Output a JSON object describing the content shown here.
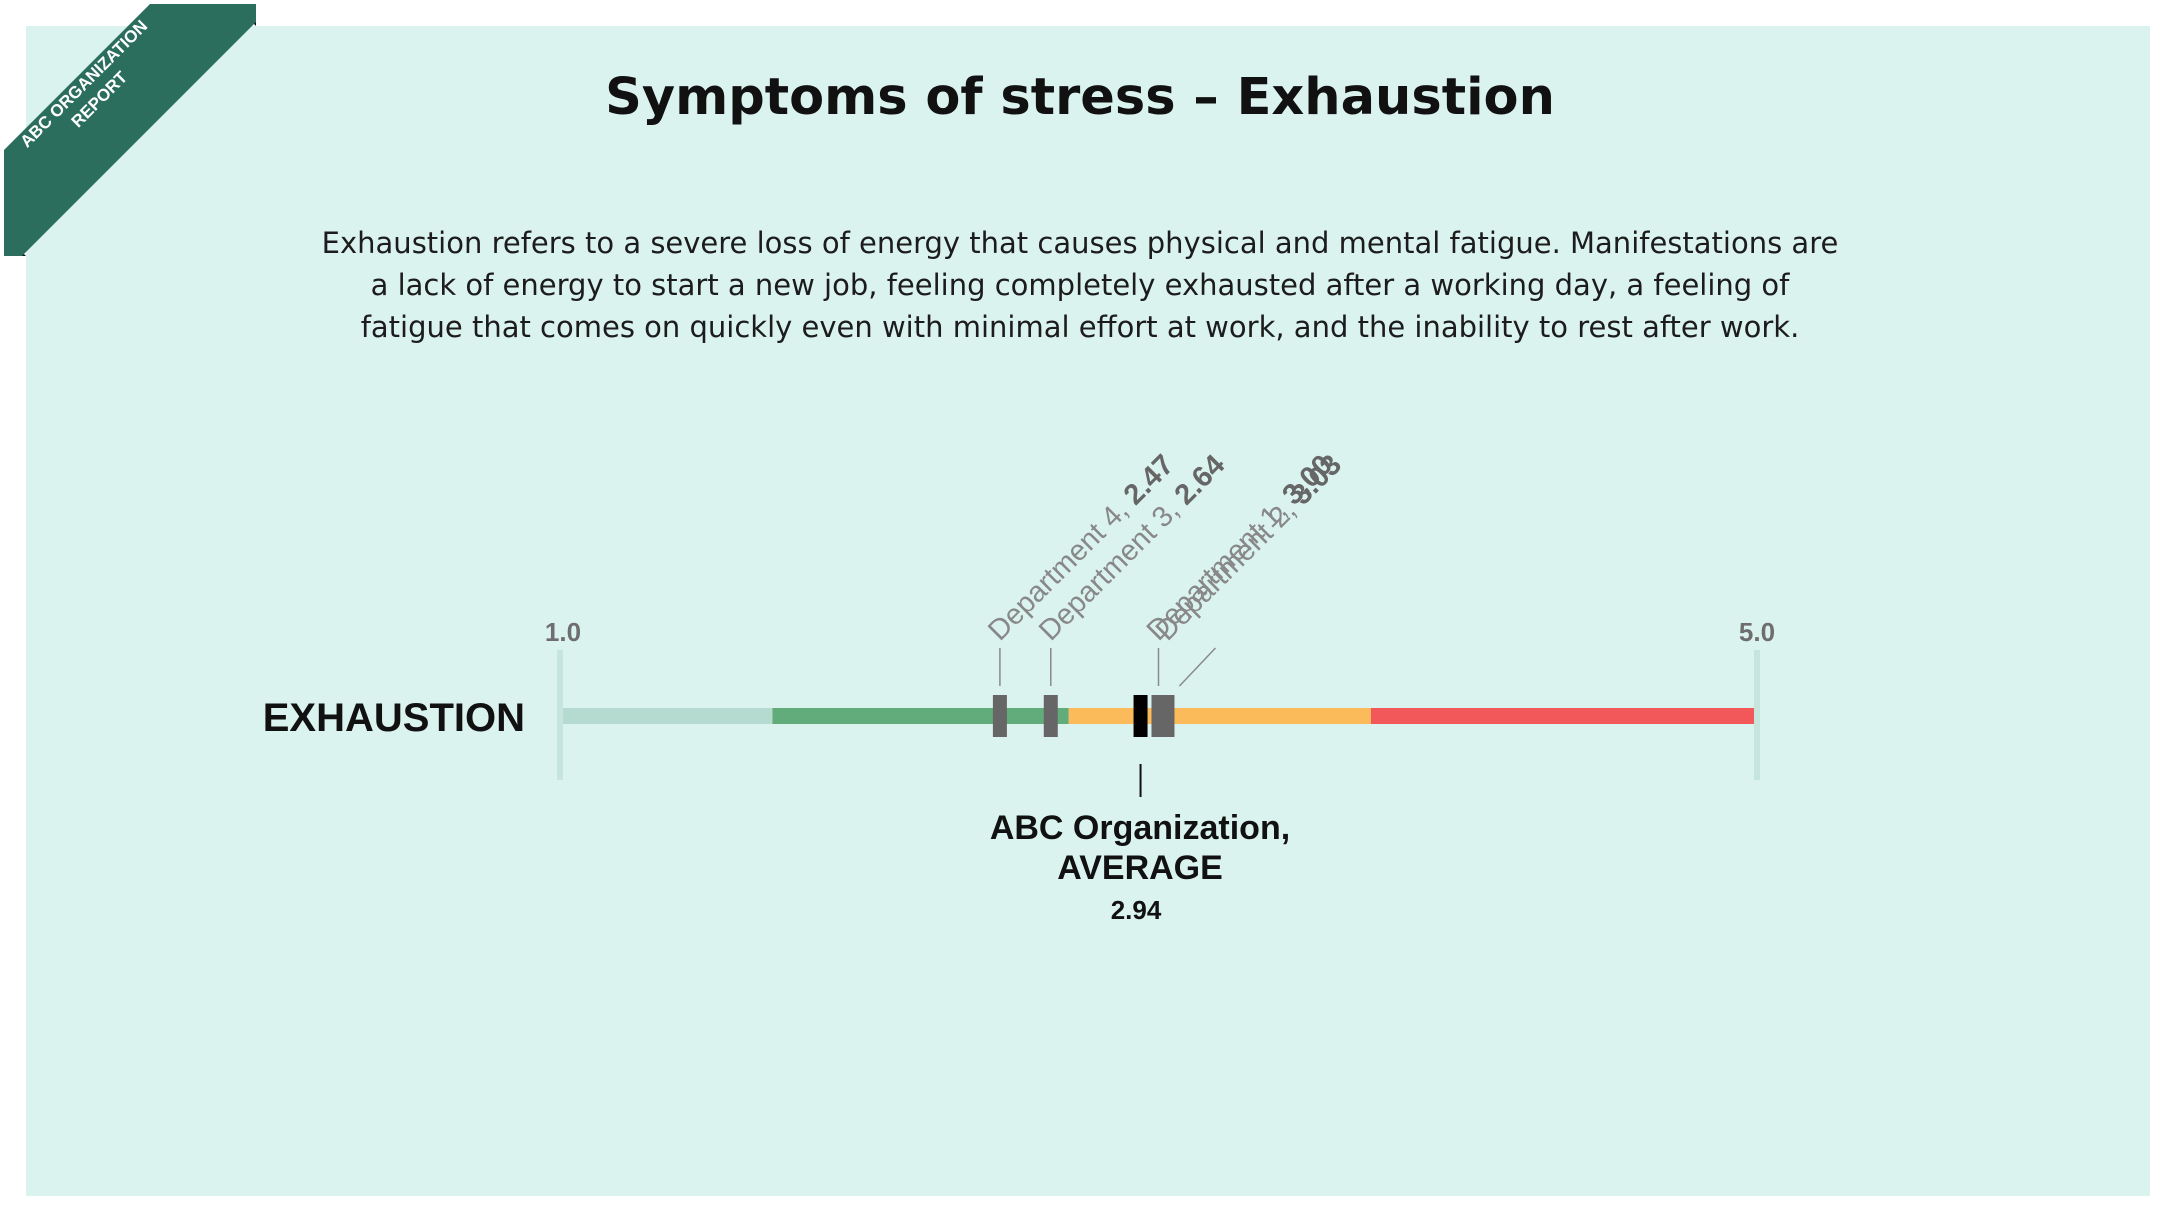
{
  "header": {
    "title": "Symptoms of stress – Exhaustion",
    "description": "Exhaustion refers to a severe loss of energy that causes physical and mental fatigue. Manifestations are a lack of energy to start a new job, feeling completely exhausted after a working day, a feeling of fatigue that comes on quickly even with minimal effort at work, and the inability to rest after work.",
    "ribbon": [
      "ABC ORGANIZATION",
      "REPORT"
    ]
  },
  "colors": {
    "background": "#dbf3ef",
    "ribbon": "#2b6e5e",
    "ribbon_fold": "#0d1a16",
    "band_low": "#b5dbd0",
    "band_good": "#62ab7a",
    "band_medium": "#fbbb5b",
    "band_high": "#f2585a",
    "department_marker": "#666666",
    "average_marker": "#000000"
  },
  "chart_data": {
    "type": "scale",
    "row_label": "EXHAUSTION",
    "scale_min": 1.0,
    "scale_max": 5.0,
    "scale_min_label": "1.0",
    "scale_max_label": "5.0",
    "bands": [
      {
        "from": 1.0,
        "to": 1.71,
        "color": "#b5dbd0"
      },
      {
        "from": 1.71,
        "to": 2.7,
        "color": "#62ab7a"
      },
      {
        "from": 2.7,
        "to": 3.71,
        "color": "#fbbb5b"
      },
      {
        "from": 3.71,
        "to": 5.0,
        "color": "#f2585a"
      }
    ],
    "departments": [
      {
        "name": "Department 4",
        "value": 2.47,
        "value_label": "2.47"
      },
      {
        "name": "Department 3",
        "value": 2.64,
        "value_label": "2.64"
      },
      {
        "name": "Department 1",
        "value": 3.0,
        "value_label": "3.00"
      },
      {
        "name": "Department 2",
        "value": 3.03,
        "value_label": "3.03"
      }
    ],
    "average": {
      "label_line1": "ABC Organization,",
      "label_line2": "AVERAGE",
      "value": 2.94,
      "value_label": "2.94"
    }
  }
}
